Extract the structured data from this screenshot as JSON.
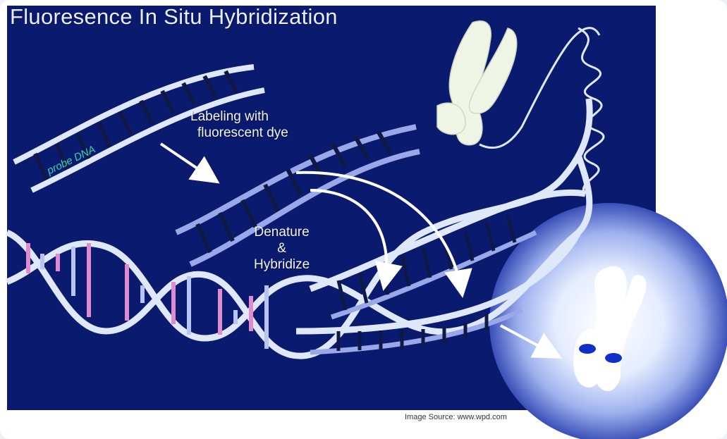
{
  "title": "Fluoresence In Situ Hybridization",
  "labels": {
    "probe": "probe DNA",
    "labeling_line1": "Labeling with",
    "labeling_line2": "fluorescent dye",
    "denature_line1": "Denature",
    "denature_line2": "&",
    "denature_line3": "Hybridize"
  },
  "source": "Image Source: www.wpd.com",
  "colors": {
    "background": "#0a1a6e",
    "dna_backbone": "#dfe8fa",
    "labeled_backbone": "#9aa8ea",
    "rung_dark": "#101848",
    "rung_light": "#b9c4f2",
    "rung_pink": "#e08ad0",
    "probe_text": "#36d6a8",
    "nucleus_glow": "#dbe6ff",
    "hybridization_signal": "#1030c8"
  }
}
